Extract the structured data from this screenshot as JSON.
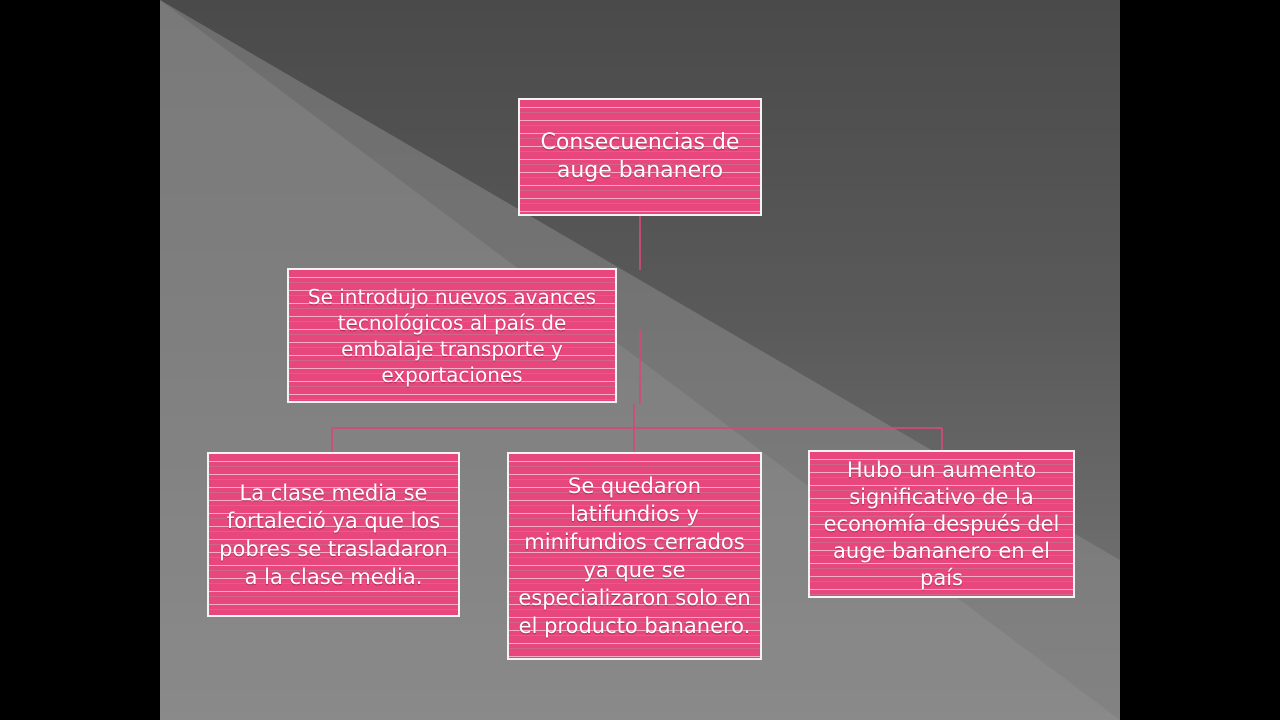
{
  "diagram": {
    "root": {
      "text": "Consecuencias de auge bananero"
    },
    "level1": {
      "text": "Se introdujo nuevos avances tecnológicos al país de embalaje transporte y exportaciones"
    },
    "level2": [
      {
        "text": "La clase media se fortaleció ya que los pobres  se trasladaron a la clase media."
      },
      {
        "text": "Se quedaron latifundios y minifundios cerrados ya que se especializaron solo en el producto bananero."
      },
      {
        "text": "Hubo un aumento significativo de la economía después del auge bananero en el país"
      }
    ]
  },
  "colors": {
    "box_fill": "#e8477e",
    "connector": "#d24a7a",
    "box_border": "#f4f4f4"
  }
}
